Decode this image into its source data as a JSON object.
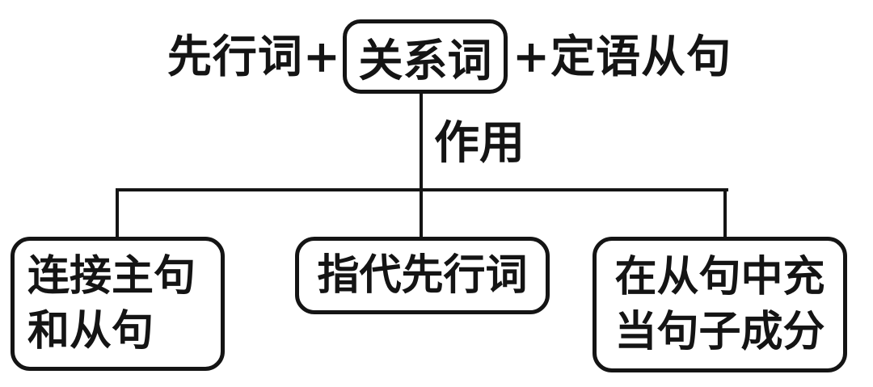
{
  "colors": {
    "ink": "#141414",
    "background": "#ffffff"
  },
  "formula": {
    "prefix": "先行词+",
    "node": "关系词",
    "suffix": "+定语从句"
  },
  "edge_label": "作用",
  "branches": [
    {
      "lines": [
        "连接主句",
        "和从句"
      ]
    },
    {
      "lines": [
        "指代先行词"
      ]
    },
    {
      "lines": [
        "在从句中充",
        "当句子成分"
      ]
    }
  ]
}
